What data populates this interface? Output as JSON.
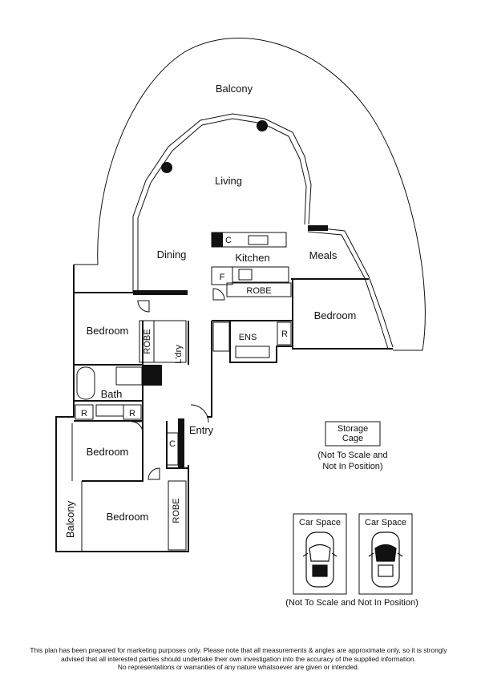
{
  "rooms": {
    "balcony_top": "Balcony",
    "living": "Living",
    "dining": "Dining",
    "kitchen": "Kitchen",
    "meals": "Meals",
    "robe_kitchen": "ROBE",
    "fridge": "F",
    "cupboard_kitchen": "C",
    "bedroom_main": "Bedroom",
    "ensuite": "ENS",
    "robe_ens": "R",
    "bedroom_left": "Bedroom",
    "robe_left": "ROBE",
    "laundry": "L'dry",
    "bath": "Bath",
    "robe_bath_left": "R",
    "robe_bath_right": "R",
    "entry": "Entry",
    "cupboard_entry": "C",
    "bedroom_lower_left": "Bedroom",
    "bedroom_bottom": "Bedroom",
    "robe_bottom": "ROBE",
    "balcony_side": "Balcony"
  },
  "storage": {
    "label_line1": "Storage",
    "label_line2": "Cage",
    "note_line1": "(Not To Scale and",
    "note_line2": "Not In Position)"
  },
  "car_spaces": {
    "space1": "Car Space",
    "space2": "Car Space",
    "note": "(Not To Scale and Not In Position)"
  },
  "disclaimer": {
    "line1": "This plan has been prepared for marketing purposes only. Please note that all measurements & angles are approximate only, so it is strongly",
    "line2": "advised that all interested parties should undertake their own investigation into the accuracy of the supplied information.",
    "line3": "No representations or warranties of any nature whatsoever are given or intended."
  }
}
